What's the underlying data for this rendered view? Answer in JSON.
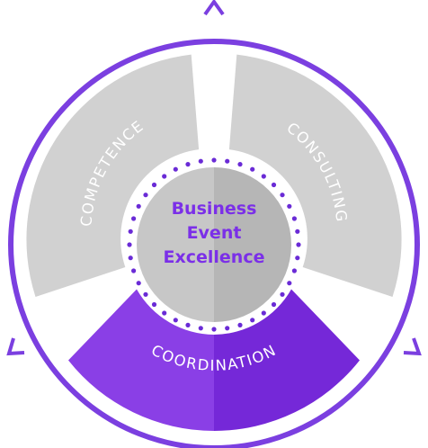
{
  "segments": [
    {
      "id": "competence",
      "label": "COMPETENCE",
      "color": "#d1d1d1",
      "shade": "#c6c6c6",
      "highlighted": false
    },
    {
      "id": "consulting",
      "label": "CONSULTING",
      "color": "#d1d1d1",
      "shade": "#c6c6c6",
      "highlighted": false
    },
    {
      "id": "coordination",
      "label": "COORDINATION",
      "color": "#8a3fe6",
      "shade": "#7528d8",
      "highlighted": true
    }
  ],
  "hub": {
    "line1": "Business",
    "line2": "Event",
    "line3": "Excellence",
    "text_color": "#7b2fe8",
    "left_color": "#c7c7c7",
    "right_color": "#b6b6b6"
  },
  "colors": {
    "ring": "#7b3fe0",
    "dots": "#6a2bd6",
    "background": "#ffffff"
  }
}
